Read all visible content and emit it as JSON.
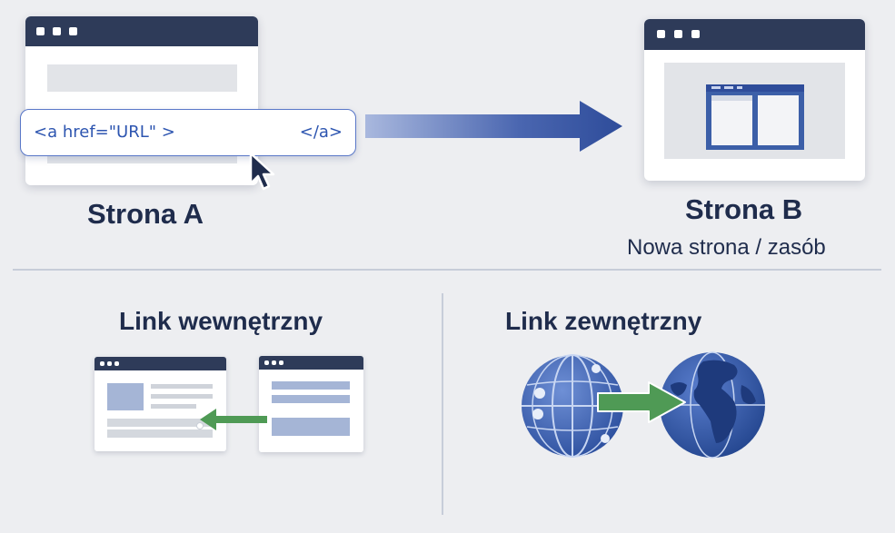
{
  "page_a": {
    "label": "Strona A",
    "code_open": "<a href=\"URL\" >",
    "code_close": "</a>"
  },
  "page_b": {
    "label": "Strona B",
    "sublabel": "Nowa strona / zasób"
  },
  "internal": {
    "title": "Link wewnętrzny"
  },
  "external": {
    "title": "Link zewnętrzny"
  },
  "colors": {
    "navy": "#2e3b59",
    "text": "#1f2c4c",
    "link_blue": "#2d55b0",
    "arrow_blue": "#2e4c9a",
    "green": "#4f9a55"
  },
  "icons": [
    "cursor-icon",
    "arrow-right-icon",
    "globe-icon",
    "arrow-left-icon"
  ]
}
